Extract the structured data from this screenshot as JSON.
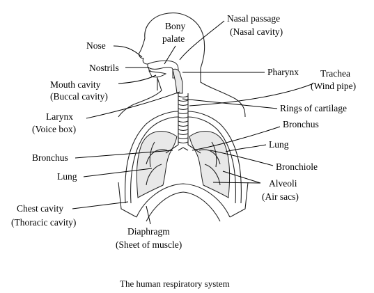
{
  "caption": "The human respiratory system",
  "labels": {
    "nose": "Nose",
    "nostrils": "Nostrils",
    "mouth_cavity_1": "Mouth cavity",
    "mouth_cavity_2": "(Buccal cavity)",
    "larynx_1": "Larynx",
    "larynx_2": "(Voice box)",
    "bronchus_left": "Bronchus",
    "lung_left": "Lung",
    "chest_cavity_1": "Chest cavity",
    "chest_cavity_2": "(Thoracic cavity)",
    "diaphragm_1": "Diaphragm",
    "diaphragm_2": "(Sheet of muscle)",
    "bony_palate_1": "Bony",
    "bony_palate_2": "palate",
    "nasal_passage_1": "Nasal passage",
    "nasal_passage_2": "(Nasal cavity)",
    "pharynx": "Pharynx",
    "trachea_1": "Trachea",
    "trachea_2": "(Wind pipe)",
    "rings_of_cartilage": "Rings of cartilage",
    "bronchus_right": "Bronchus",
    "lung_right": "Lung",
    "bronchiole": "Bronchiole",
    "alveoli_1": "Alveoli",
    "alveoli_2": "(Air sacs)"
  }
}
